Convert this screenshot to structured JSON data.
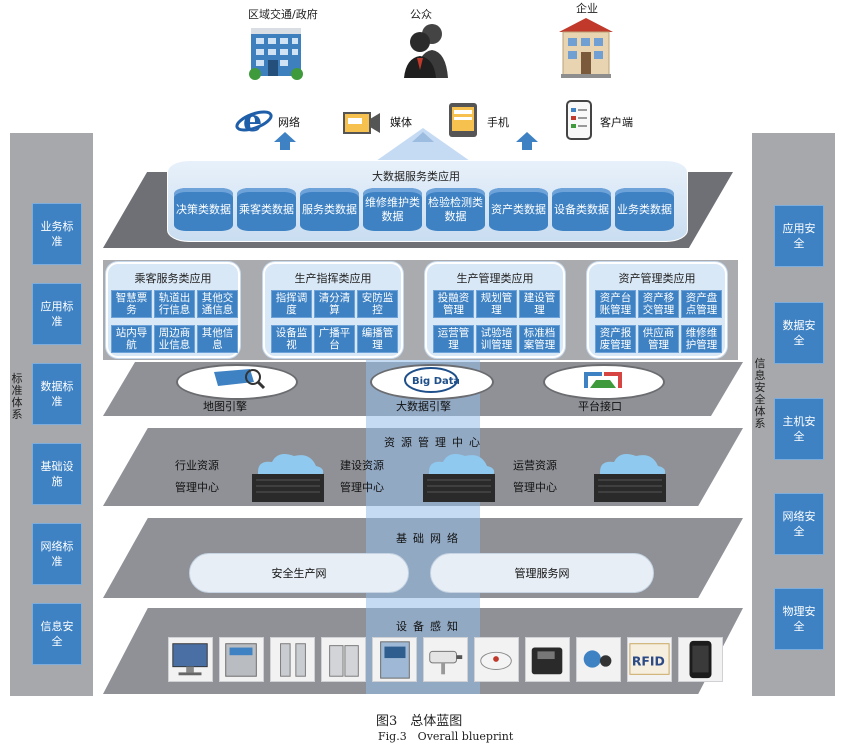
{
  "top_users": [
    "区域交通/政府",
    "公众",
    "企业"
  ],
  "channels": [
    "网络",
    "媒体",
    "手机",
    "客户端"
  ],
  "left_column": {
    "label": "标准体系",
    "items": [
      "业务标准",
      "应用标准",
      "数据标准",
      "基础设施",
      "网络标准",
      "信息安全"
    ]
  },
  "right_column": {
    "label": "信息安全体系",
    "items": [
      "应用安全",
      "数据安全",
      "主机安全",
      "网络安全",
      "物理安全"
    ]
  },
  "big_data_service": {
    "title": "大数据服务类应用",
    "items": [
      "决策类数据",
      "乘客类数据",
      "服务类数据",
      "维修维护类数据",
      "检验检测类数据",
      "资产类数据",
      "设备类数据",
      "业务类数据"
    ]
  },
  "groups": [
    {
      "title": "乘客服务类应用",
      "items": [
        "智慧票务",
        "轨道出行信息",
        "其他交通信息",
        "站内导航",
        "周边商业信息",
        "其他信息"
      ]
    },
    {
      "title": "生产指挥类应用",
      "items": [
        "指挥调度",
        "清分清算",
        "安防监控",
        "设备监视",
        "广播平台",
        "编播管理"
      ]
    },
    {
      "title": "生产管理类应用",
      "items": [
        "投融资管理",
        "规划管理",
        "建设管理",
        "运营管理",
        "试验培训管理",
        "标准档案管理"
      ]
    },
    {
      "title": "资产管理类应用",
      "items": [
        "资产台账管理",
        "资产移交管理",
        "资产盘点管理",
        "资产报废管理",
        "供应商管理",
        "维修维护管理"
      ]
    }
  ],
  "engines": [
    "地图引擎",
    "大数据引擎",
    "平台接口"
  ],
  "engine_icons": [
    "map-search-icon",
    "big-data-icon",
    "platform-interface-icon"
  ],
  "engine_icon_text": "Big Data",
  "resource_center": {
    "title": "资源管理中心",
    "items": [
      "行业资源管理中心",
      "建设资源管理中心",
      "运营资源管理中心"
    ]
  },
  "basic_network": {
    "title": "基础网络",
    "items": [
      "安全生产网",
      "管理服务网"
    ]
  },
  "device_sensing": {
    "title": "设备感知",
    "devices": [
      "computer-icon",
      "ticket-gate-icon",
      "turnstile-icon",
      "barrier-gate-icon",
      "atm-icon",
      "cctv-camera-icon",
      "smoke-detector-icon",
      "ip-phone-icon",
      "wearable-sensor-icon",
      "rfid-icon",
      "smartphone-icon"
    ],
    "rfid_text": "RFID"
  },
  "caption": {
    "cn": "图3　总体蓝图",
    "en": "Fig.3　Overall blueprint"
  },
  "colors": {
    "accent": "#3e82c4",
    "plane": "#8f9196",
    "side": "#a7a8ab",
    "card": "#d9e8f6"
  }
}
